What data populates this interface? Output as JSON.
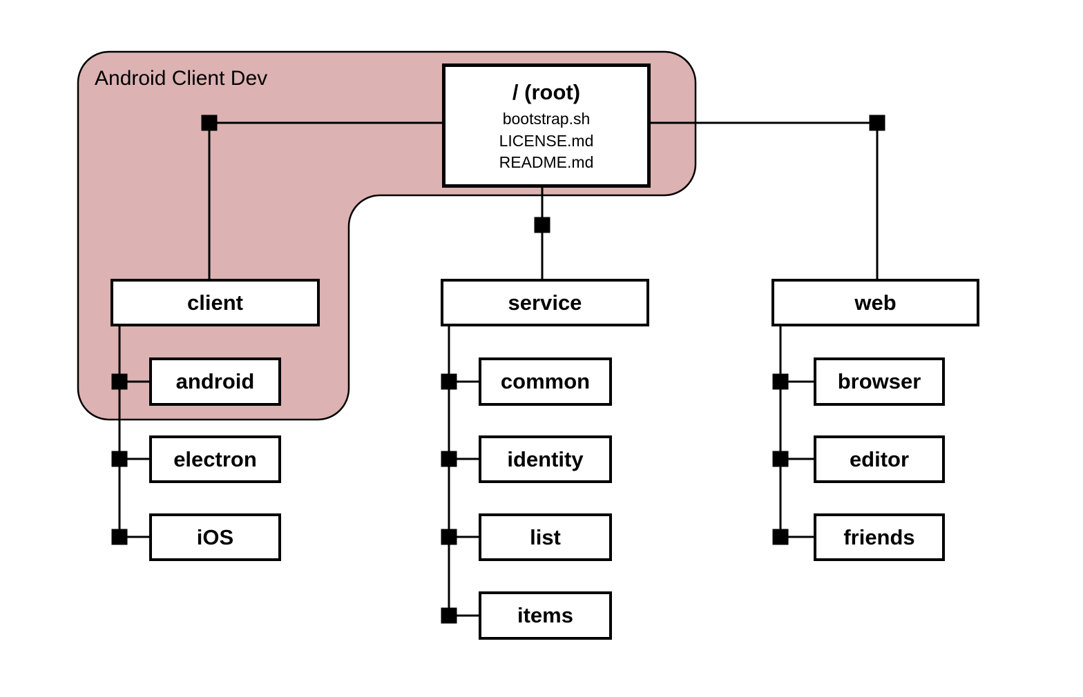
{
  "region": {
    "label": "Android Client Dev"
  },
  "colors": {
    "region_fill": "#dcb2b2",
    "region_stroke": "#000000",
    "line": "#000000",
    "box_fill": "#ffffff",
    "box_border": "#000000"
  },
  "tree": {
    "root": {
      "title": "/ (root)",
      "files": [
        "bootstrap.sh",
        "LICENSE.md",
        "README.md"
      ]
    },
    "branches": [
      {
        "label": "client",
        "children": [
          "android",
          "electron",
          "iOS"
        ]
      },
      {
        "label": "service",
        "children": [
          "common",
          "identity",
          "list",
          "items"
        ]
      },
      {
        "label": "web",
        "children": [
          "browser",
          "editor",
          "friends"
        ]
      }
    ]
  }
}
